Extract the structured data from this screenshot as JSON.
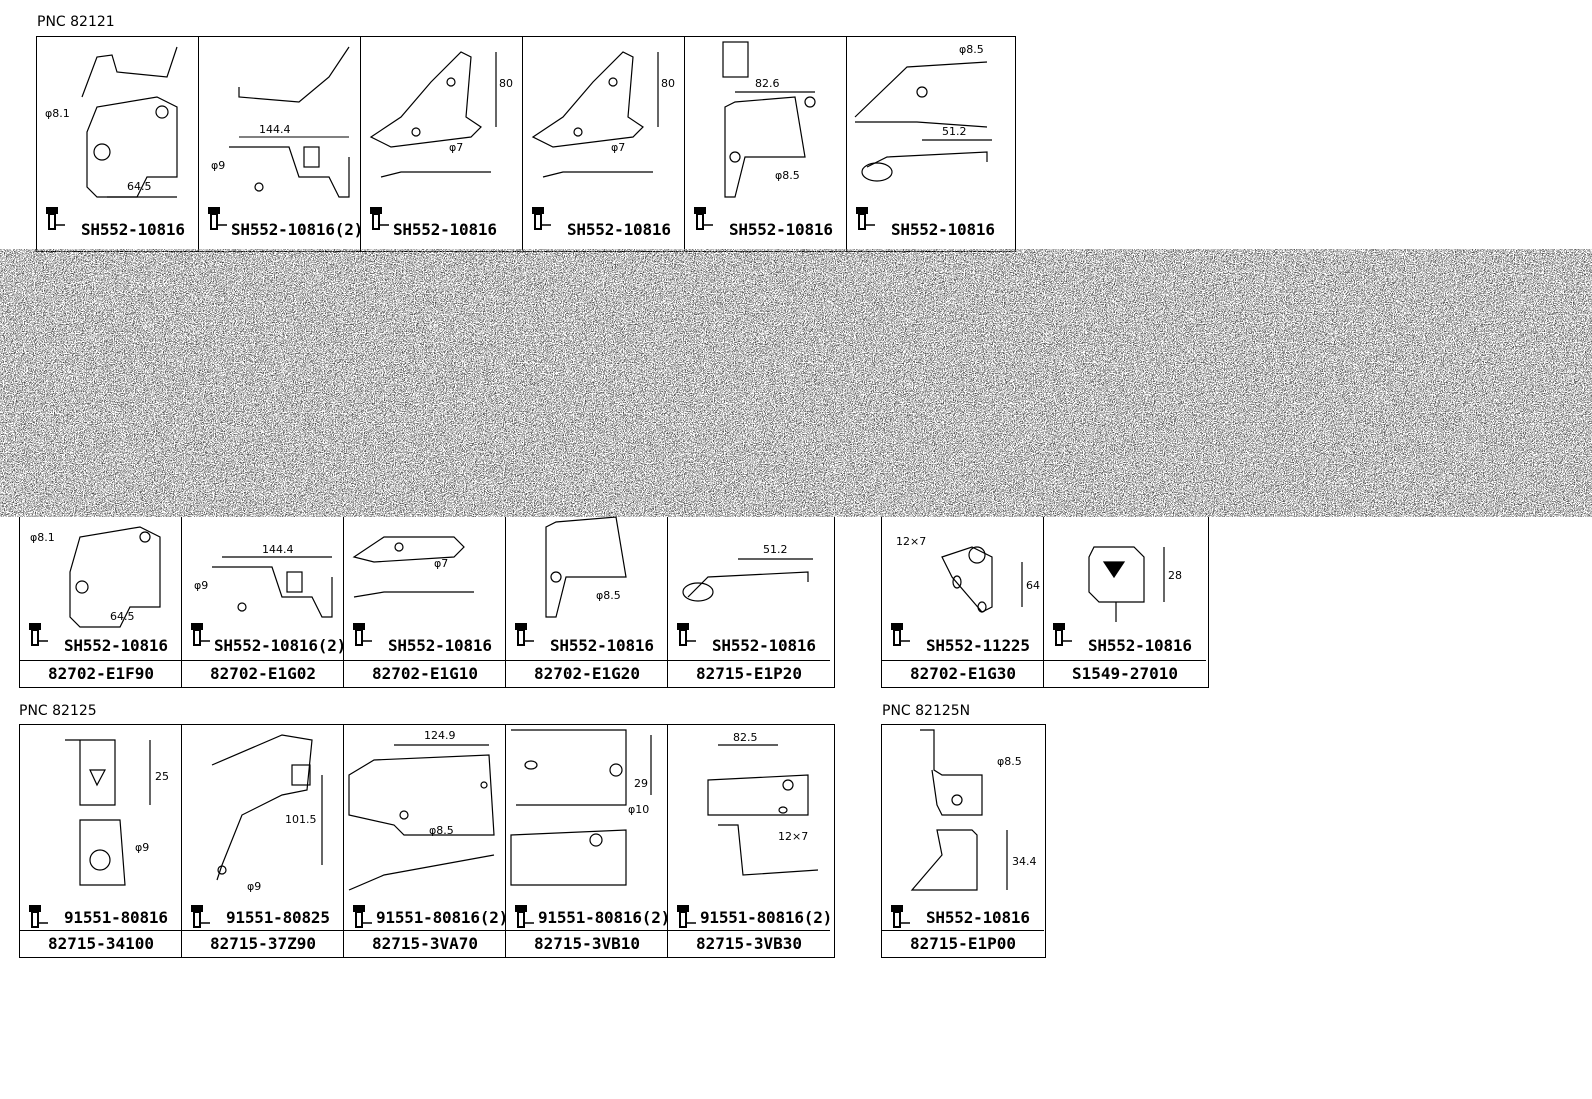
{
  "sections": {
    "top": {
      "pnc": "PNC 82121",
      "cells": [
        {
          "bolt": "SH552-10816",
          "dims": [
            "φ8.1",
            "64.5"
          ]
        },
        {
          "bolt": "SH552-10816(2)",
          "dims": [
            "144.4",
            "φ9"
          ]
        },
        {
          "bolt": "SH552-10816",
          "dims": [
            "80",
            "φ7"
          ]
        },
        {
          "bolt": "SH552-10816",
          "dims": [
            "80",
            "φ7"
          ]
        },
        {
          "bolt": "SH552-10816",
          "dims": [
            "82.6",
            "φ8.5"
          ]
        },
        {
          "bolt": "SH552-10816",
          "dims": [
            "φ8.5",
            "51.2"
          ]
        }
      ]
    },
    "middle_left": {
      "cells": [
        {
          "bolt": "SH552-10816",
          "part": "82702-E1F90",
          "dims": [
            "φ8.1",
            "64.5"
          ]
        },
        {
          "bolt": "SH552-10816(2)",
          "part": "82702-E1G02",
          "dims": [
            "144.4",
            "φ9"
          ]
        },
        {
          "bolt": "SH552-10816",
          "part": "82702-E1G10",
          "dims": [
            "φ7"
          ]
        },
        {
          "bolt": "SH552-10816",
          "part": "82702-E1G20",
          "dims": [
            "φ8.5"
          ]
        },
        {
          "bolt": "SH552-10816",
          "part": "82715-E1P20",
          "dims": [
            "51.2"
          ]
        }
      ]
    },
    "middle_right": {
      "cells": [
        {
          "bolt": "SH552-11225",
          "part": "82702-E1G30",
          "dims": [
            "12×7",
            "64"
          ]
        },
        {
          "bolt": "SH552-10816",
          "part": "S1549-27010",
          "dims": [
            "28"
          ]
        }
      ]
    },
    "bottom_left": {
      "pnc": "PNC 82125",
      "cells": [
        {
          "bolt": "91551-80816",
          "part": "82715-34100",
          "dims": [
            "25",
            "φ9"
          ]
        },
        {
          "bolt": "91551-80825",
          "part": "82715-37Z90",
          "dims": [
            "101.5",
            "φ9"
          ]
        },
        {
          "bolt": "91551-80816(2)",
          "part": "82715-3VA70",
          "dims": [
            "124.9",
            "φ8.5"
          ]
        },
        {
          "bolt": "91551-80816(2)",
          "part": "82715-3VB10",
          "dims": [
            "29",
            "φ10"
          ]
        },
        {
          "bolt": "91551-80816(2)",
          "part": "82715-3VB30",
          "dims": [
            "82.5",
            "12×7"
          ]
        }
      ]
    },
    "bottom_right": {
      "pnc": "PNC 82125N",
      "cells": [
        {
          "bolt": "SH552-10816",
          "part": "82715-E1P00",
          "dims": [
            "φ8.5",
            "34.4"
          ]
        }
      ]
    }
  }
}
